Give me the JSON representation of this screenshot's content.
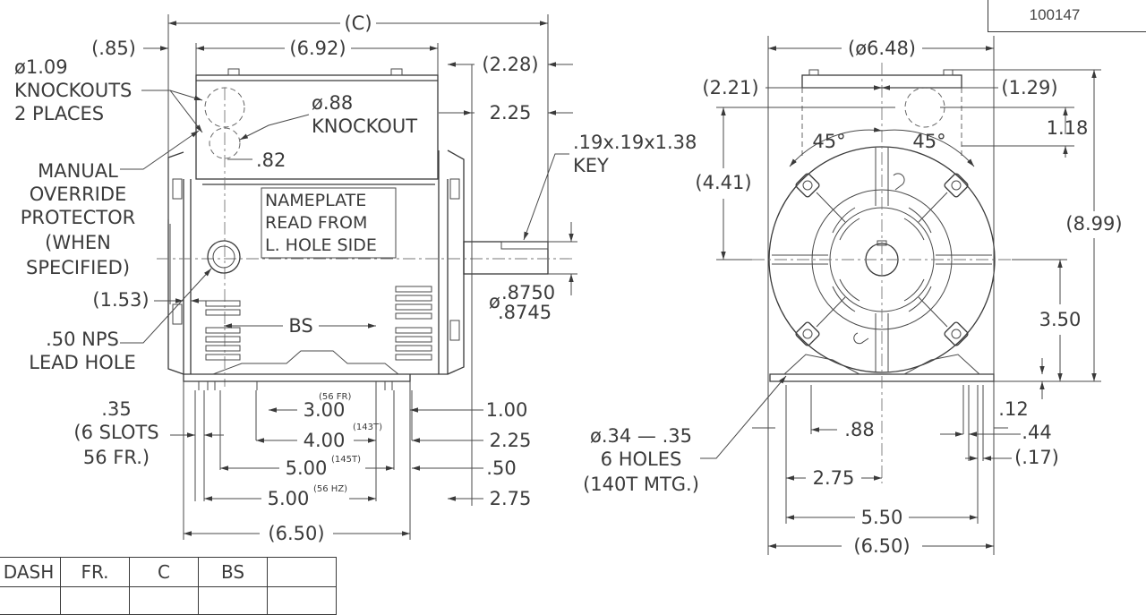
{
  "drawing_number": "100147",
  "side_view": {
    "dims": {
      "overall_c": "(C)",
      "d_085": "(.85)",
      "d_692": "(6.92)",
      "d_228": "(2.28)",
      "d_225_top": "2.25",
      "d_082": ".82",
      "d_153": "(1.53)",
      "bs": "BS",
      "d_300": "3.00",
      "d_400": "4.00",
      "d_500_a": "5.00",
      "d_500_b": "5.00",
      "d_650": "(6.50)",
      "d_100": "1.00",
      "d_225_bot": "2.25",
      "d_050": ".50",
      "d_275": "2.75",
      "shaft_1": ".8750",
      "shaft_2": ".8745",
      "shaft_phi": "ø"
    },
    "superscripts": {
      "s56fr": "(56 FR)",
      "s143t": "(143T)",
      "s145t": "(145T)",
      "s56hz": "(56 HZ)"
    },
    "notes": {
      "knockouts": [
        "ø1.09",
        "KNOCKOUTS",
        "2 PLACES"
      ],
      "knockout_088": [
        "ø.88",
        "KNOCKOUT"
      ],
      "key": [
        ".19x.19x1.38",
        "KEY"
      ],
      "manual": [
        "MANUAL",
        "OVERRIDE",
        "PROTECTOR",
        "(WHEN",
        "SPECIFIED)"
      ],
      "nameplate": [
        "NAMEPLATE",
        "READ FROM",
        "L. HOLE SIDE"
      ],
      "lead_hole": [
        ".50 NPS",
        "LEAD HOLE"
      ],
      "slots": [
        ".35",
        "(6 SLOTS",
        "56 FR.)"
      ]
    }
  },
  "end_view": {
    "dims": {
      "d_648": "(ø6.48)",
      "d_221": "(2.21)",
      "d_129": "(1.29)",
      "d_118": "1.18",
      "d_441": "(4.41)",
      "d_899": "(8.99)",
      "d_350": "3.50",
      "d_012": ".12",
      "d_044": ".44",
      "d_017": "(.17)",
      "d_088": ".88",
      "d_275": "2.75",
      "d_550": "5.50",
      "d_650": "(6.50)",
      "angle_left": "45°",
      "angle_right": "45°"
    },
    "notes": {
      "holes": [
        "ø.34 — .35",
        "6 HOLES",
        "(140T MTG.)"
      ]
    }
  },
  "table": {
    "headers": [
      "DASH",
      "FR.",
      "C",
      "BS",
      ""
    ]
  }
}
